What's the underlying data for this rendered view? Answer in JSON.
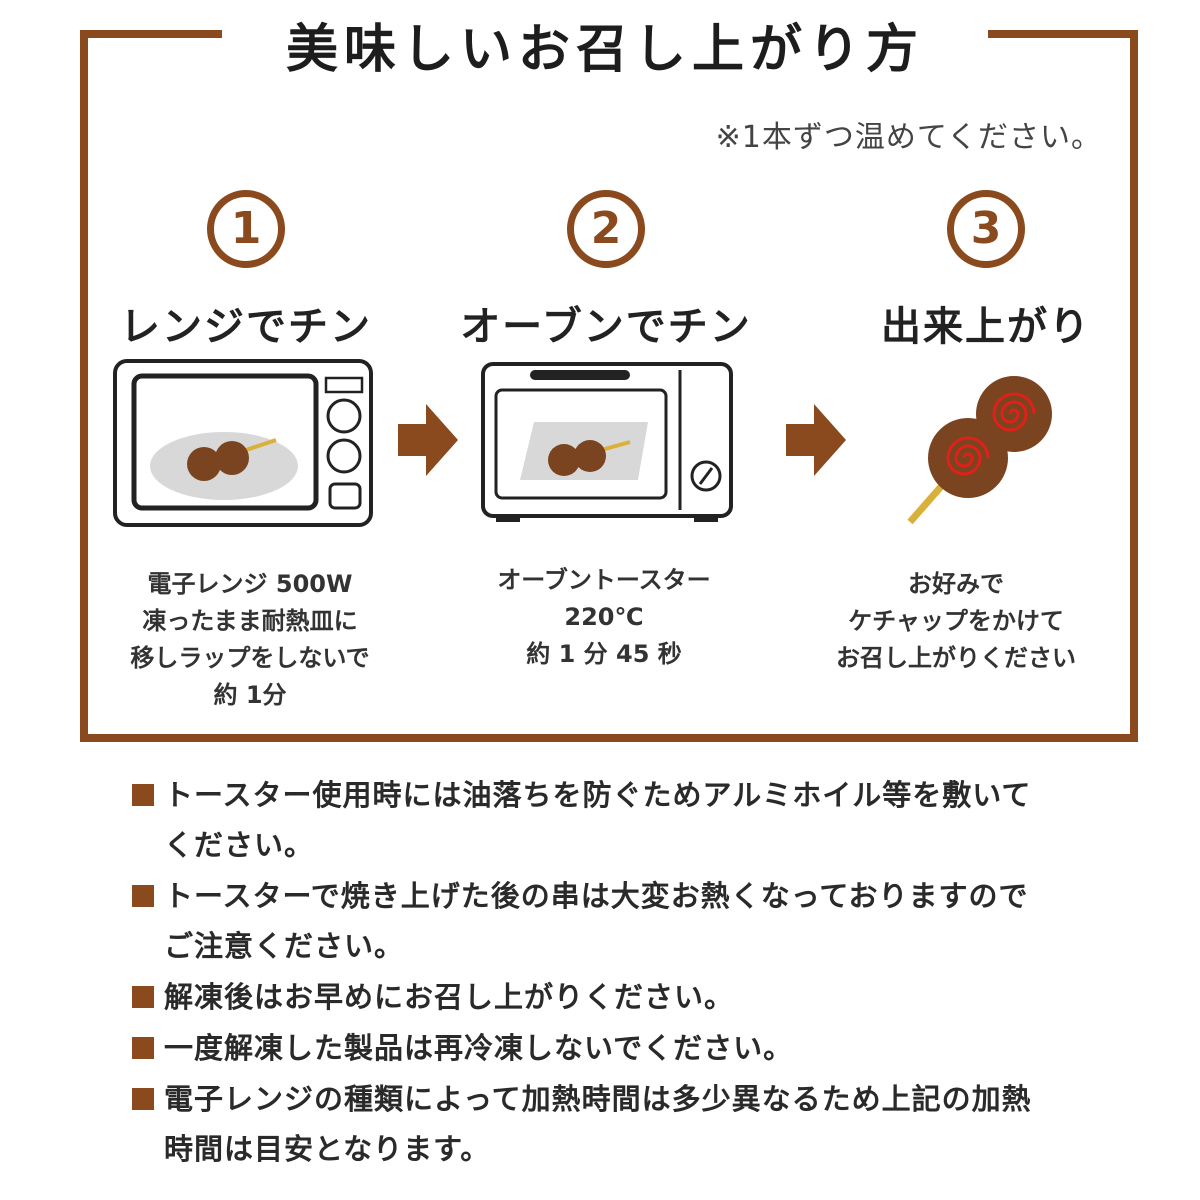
{
  "title": "美味しいお召し上がり方",
  "note": "※1本ずつ温めてください。",
  "steps": [
    {
      "number": "1",
      "title": "レンジでチン",
      "desc": [
        "電子レンジ 500W",
        "凍ったまま耐熱皿に",
        "移しラップをしないで",
        "約 1分"
      ]
    },
    {
      "number": "2",
      "title": "オーブンでチン",
      "desc": [
        "オーブントースター",
        "220℃",
        "約 1 分 45 秒"
      ]
    },
    {
      "number": "3",
      "title": "出来上がり",
      "desc": [
        "お好みで",
        "ケチャップをかけて",
        "お召し上がりください"
      ]
    }
  ],
  "bullets": [
    [
      "トースター使用時には油落ちを防ぐためアルミホイル等を敷いて",
      "ください。"
    ],
    [
      "トースターで焼き上げた後の串は大変お熱くなっておりますので",
      "ご注意ください。"
    ],
    [
      "解凍後はお早めにお召し上がりください。"
    ],
    [
      "一度解凍した製品は再冷凍しないでください。"
    ],
    [
      "電子レンジの種類によって加熱時間は多少異なるため上記の加熱",
      "時間は目安となります。"
    ]
  ],
  "colors": {
    "accent": "#8a4a1d",
    "dango": "#7a4420",
    "ketchup": "#e0201a",
    "skewer": "#d9b13a"
  },
  "icons": [
    "microwave-icon",
    "toaster-oven-icon",
    "dango-skewer-icon",
    "arrow-right-icon"
  ]
}
